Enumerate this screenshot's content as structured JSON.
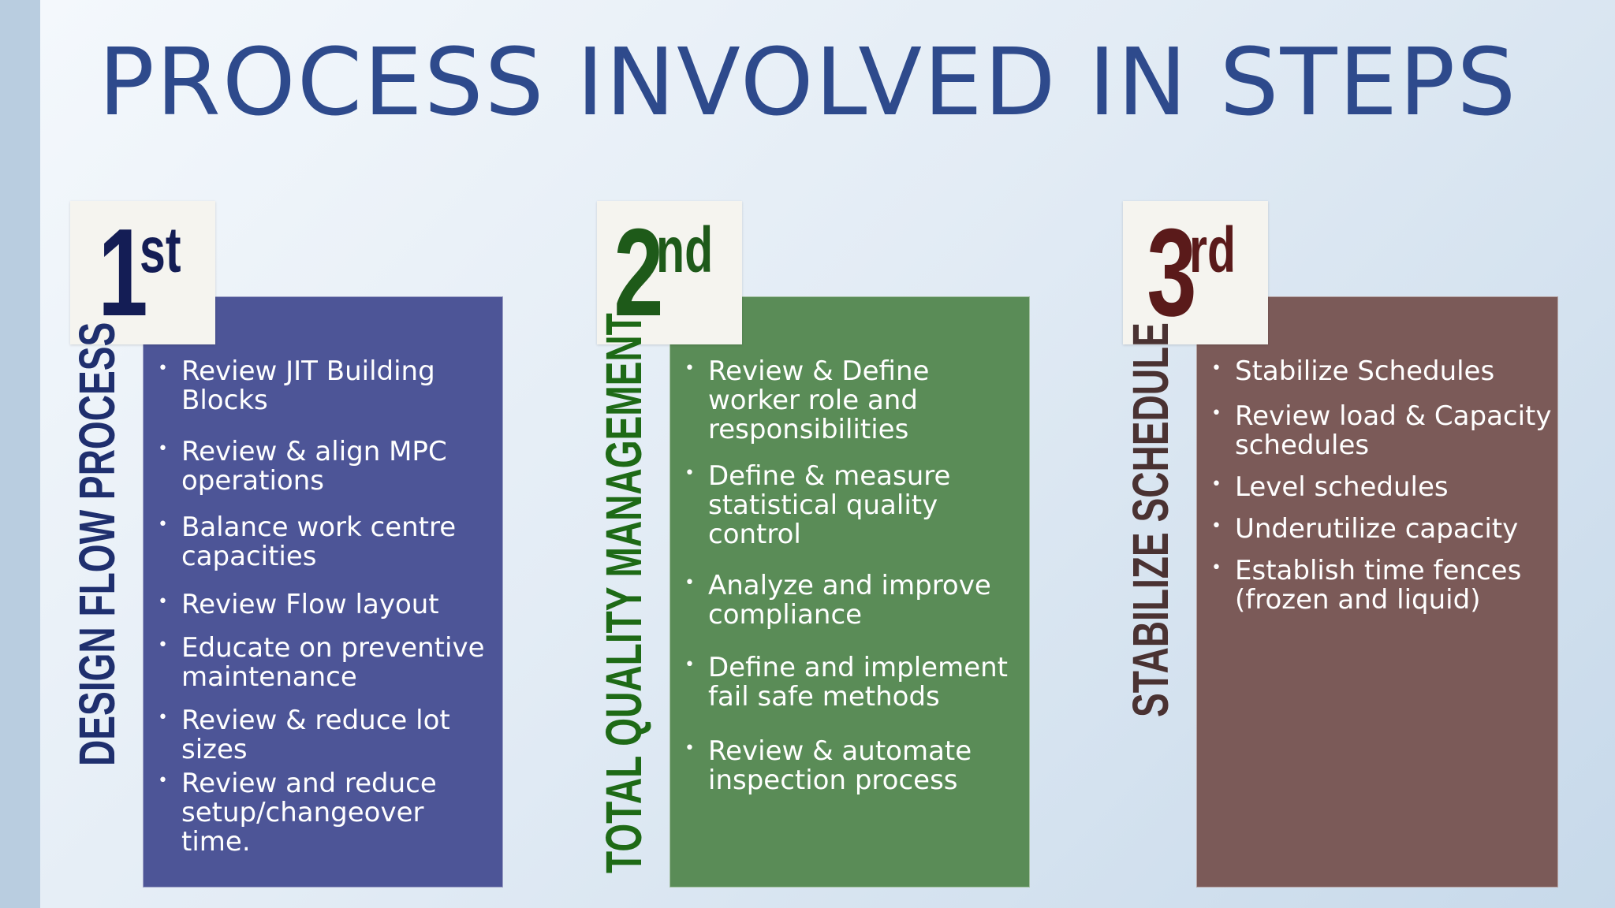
{
  "title": "PROCESS INVOLVED IN STEPS",
  "colors": {
    "blue": "#4d5597",
    "green": "#5a8c57",
    "brown": "#7b5a58"
  },
  "steps": [
    {
      "num": "1",
      "suffix": "st",
      "label": "DESIGN FLOW PROCESS",
      "items": [
        "Review JIT Building Blocks",
        "Review & align MPC operations",
        "Balance work centre capacities",
        "Review Flow layout",
        "Educate on preventive maintenance",
        "Review & reduce lot sizes",
        "Review and reduce setup/changeover time."
      ]
    },
    {
      "num": "2",
      "suffix": "nd",
      "label": "TOTAL QUALITY MANAGEMENT",
      "items": [
        "Review & Define worker role and responsibilities",
        "Define & measure statistical quality control",
        "Analyze and improve compliance",
        "Define and implement fail safe methods",
        "Review & automate inspection process"
      ]
    },
    {
      "num": "3",
      "suffix": "rd",
      "label": "STABILIZE SCHEDULE",
      "items": [
        "Stabilize Schedules",
        "Review load & Capacity schedules",
        "Level schedules",
        "Underutilize capacity",
        "Establish time fences (frozen and liquid)"
      ]
    }
  ]
}
